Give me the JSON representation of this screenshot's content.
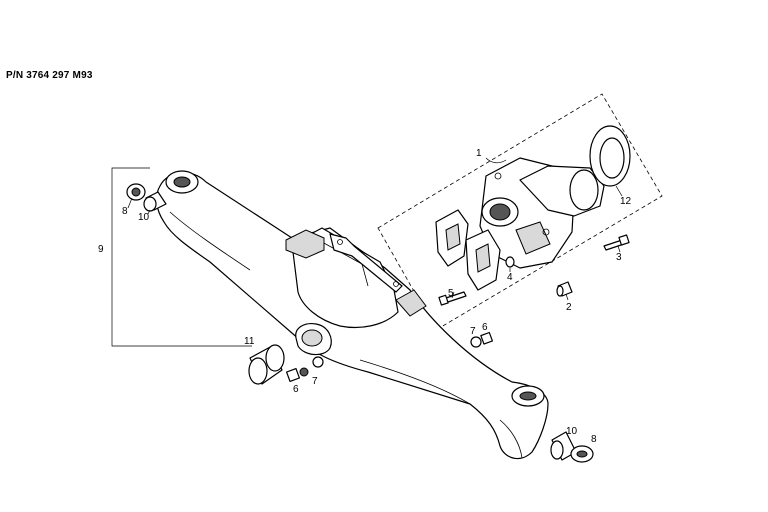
{
  "part_number": "P/N 3764 297 M93",
  "labels": {
    "l1": "1",
    "l2": "2",
    "l3": "3",
    "l4": "4",
    "l5": "5",
    "l6a": "6",
    "l6b": "6",
    "l7a": "7",
    "l7b": "7",
    "l8a": "8",
    "l8b": "8",
    "l9": "9",
    "l10a": "10",
    "l10b": "10",
    "l11": "11",
    "l12": "12"
  }
}
